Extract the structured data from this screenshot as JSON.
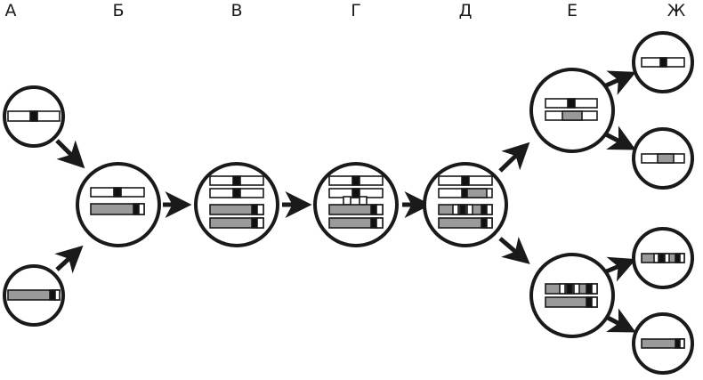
{
  "diagram": {
    "column_labels": [
      "А",
      "Б",
      "В",
      "Г",
      "Д",
      "Е",
      "Ж"
    ],
    "colors": {
      "outline": "#1a1a1a",
      "grey_segment": "#9a9a9a",
      "black_segment": "#111111",
      "white_segment": "#ffffff"
    }
  }
}
